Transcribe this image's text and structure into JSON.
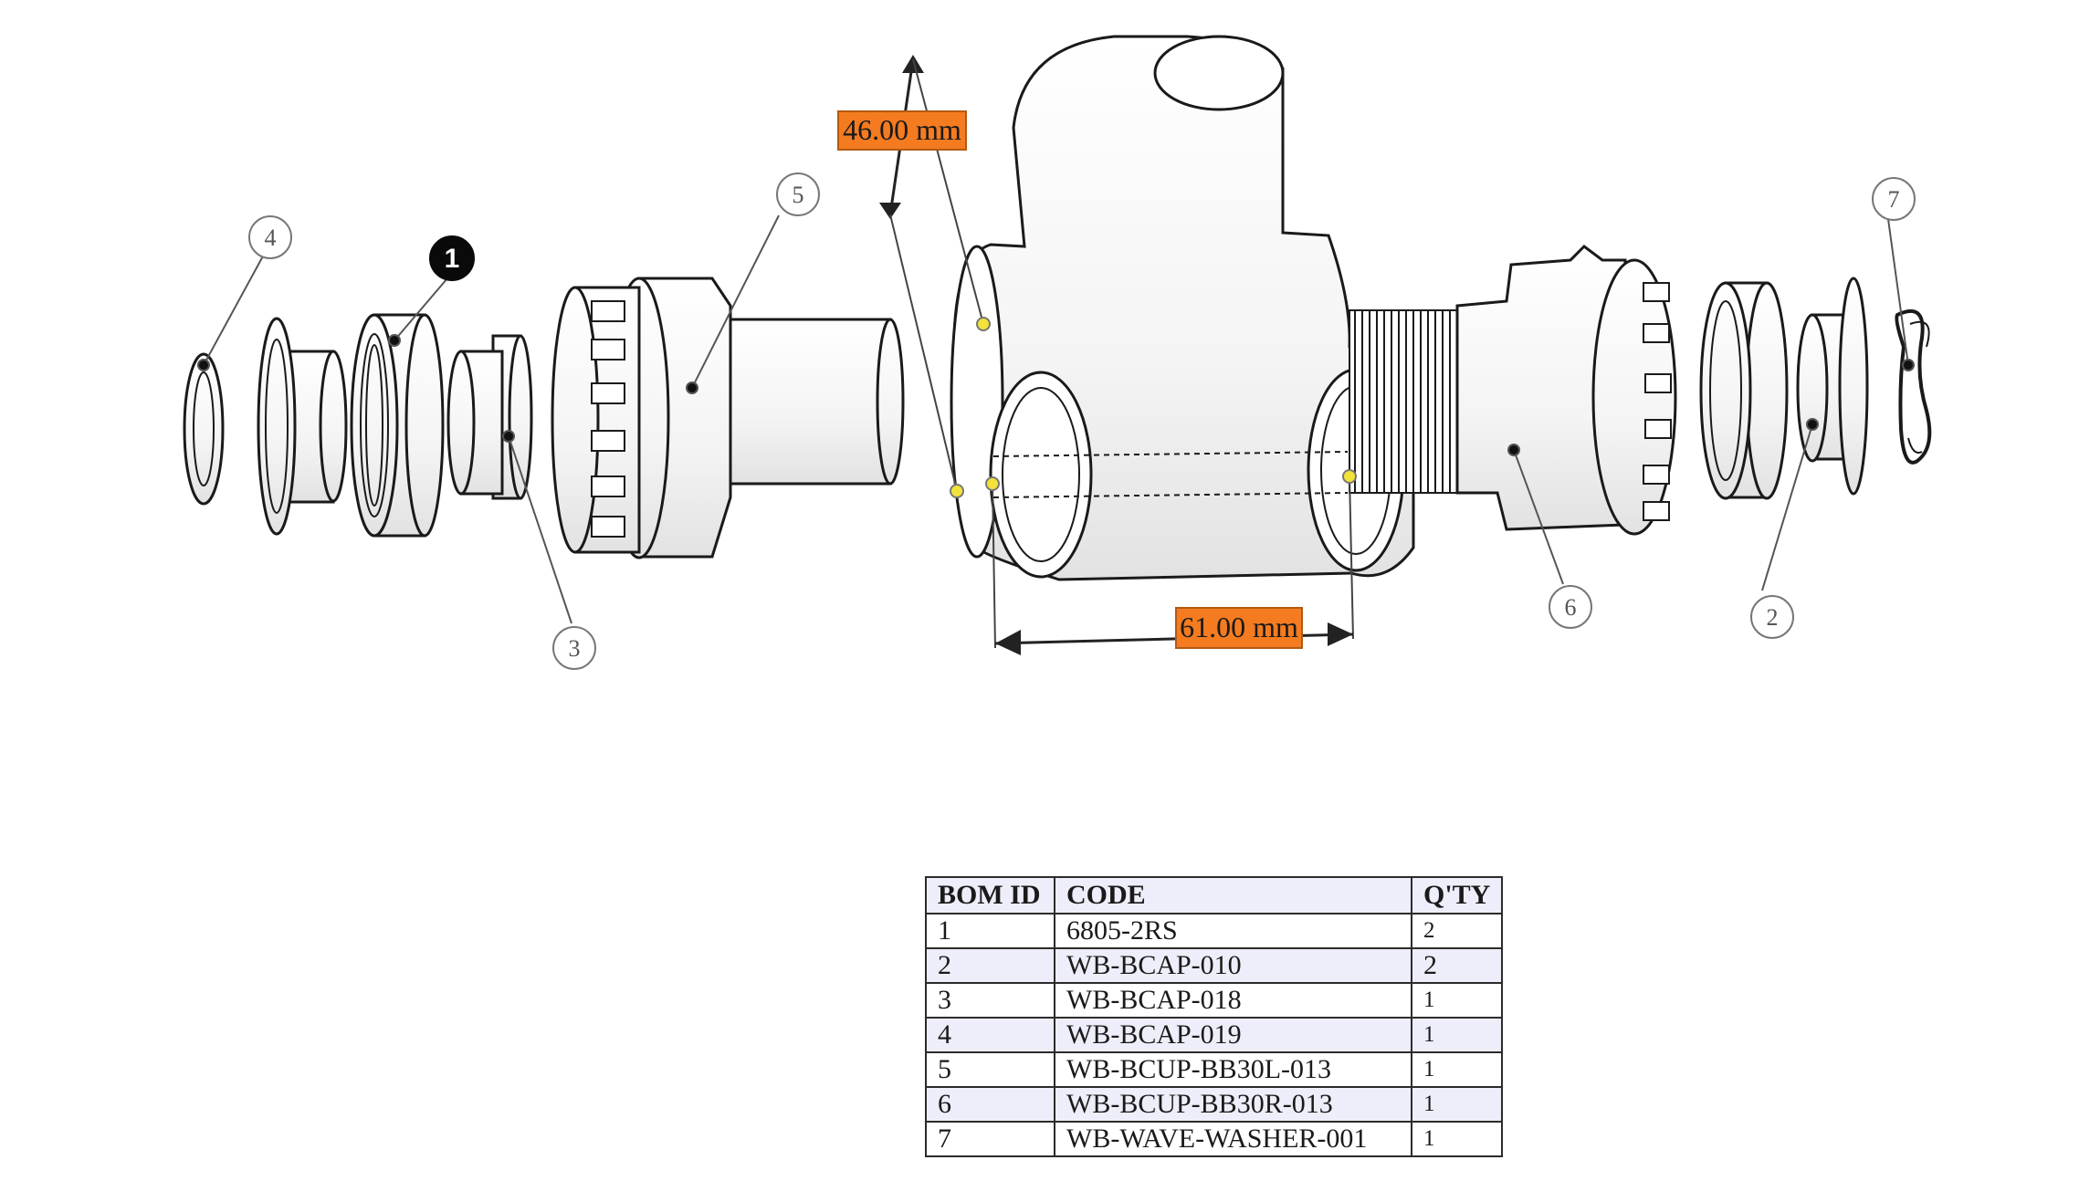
{
  "dimensions": {
    "vertical": "46.00 mm",
    "horizontal": "61.00 mm",
    "highlight_color": "#f47b20"
  },
  "balloons": [
    {
      "id": "4"
    },
    {
      "id": "1",
      "selected": true
    },
    {
      "id": "5"
    },
    {
      "id": "3"
    },
    {
      "id": "6"
    },
    {
      "id": "2"
    },
    {
      "id": "7"
    }
  ],
  "bom": {
    "headers": [
      "BOM ID",
      "CODE",
      "Q'TY"
    ],
    "rows": [
      {
        "id": "1",
        "code": "6805-2RS",
        "qty": "2"
      },
      {
        "id": "2",
        "code": "WB-BCAP-010",
        "qty": "2"
      },
      {
        "id": "3",
        "code": "WB-BCAP-018",
        "qty": "1"
      },
      {
        "id": "4",
        "code": "WB-BCAP-019",
        "qty": "1"
      },
      {
        "id": "5",
        "code": "WB-BCUP-BB30L-013",
        "qty": "1"
      },
      {
        "id": "6",
        "code": "WB-BCUP-BB30R-013",
        "qty": "1"
      },
      {
        "id": "7",
        "code": "WB-WAVE-WASHER-001",
        "qty": "1"
      }
    ],
    "alt_row_color": "#eeeefa"
  }
}
